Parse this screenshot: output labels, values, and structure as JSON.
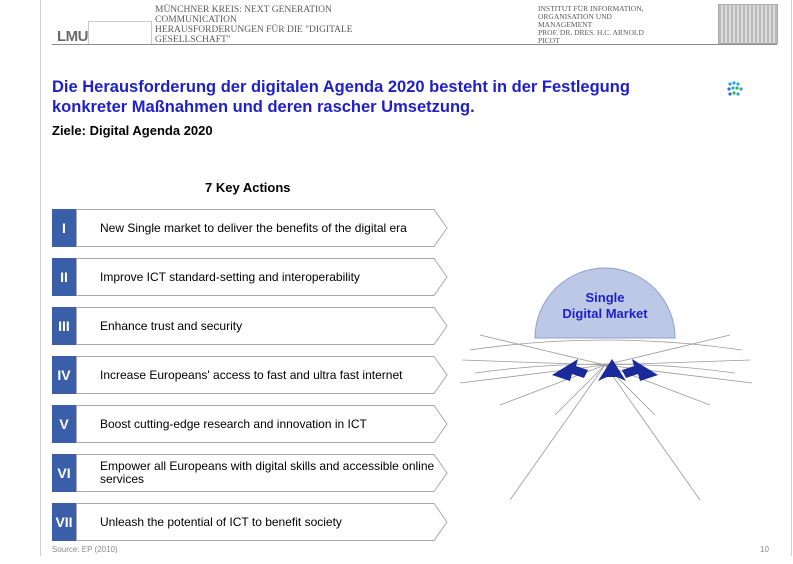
{
  "header": {
    "logo": "LMU",
    "left_lines": [
      "MÜNCHNER KREIS: NEXT GENERATION",
      "COMMUNICATION",
      "HERAUSFORDERUNGEN FÜR DIE \"DIGITALE",
      "GESELLSCHAFT\""
    ],
    "right_lines": [
      "INSTITUT FÜR INFORMATION,",
      "ORGANISATION UND",
      "MANAGEMENT",
      "PROF. DR. DRES. H.C. ARNOLD",
      "PICOT"
    ]
  },
  "title": "Die Herausforderung der digitalen Agenda 2020 besteht in der Festlegung konkreter Maßnahmen und deren rascher Umsetzung.",
  "subtitle": "Ziele: Digital Agenda 2020",
  "key_actions": {
    "heading": "7 Key Actions",
    "items": [
      {
        "numeral": "I",
        "text": "New Single market to deliver the benefits of the digital era"
      },
      {
        "numeral": "II",
        "text": "Improve ICT standard-setting and interoperability"
      },
      {
        "numeral": "III",
        "text": "Enhance trust and security"
      },
      {
        "numeral": "IV",
        "text": "Increase Europeans' access to fast and ultra fast internet"
      },
      {
        "numeral": "V",
        "text": "Boost cutting-edge research and innovation in ICT"
      },
      {
        "numeral": "VI",
        "text": "Empower all Europeans with digital skills and accessible online services"
      },
      {
        "numeral": "VII",
        "text": "Unleash the potential of ICT to benefit society"
      }
    ]
  },
  "dome": {
    "line1": "Single",
    "line2": "Digital Market"
  },
  "footer": {
    "source": "Source:  EP (2010)",
    "page": "10"
  },
  "colors": {
    "title": "#1f1fc8",
    "numeral_box": "#3a5fa8",
    "dome": "#bcc8e6",
    "arrow": "#1a2a9a"
  }
}
